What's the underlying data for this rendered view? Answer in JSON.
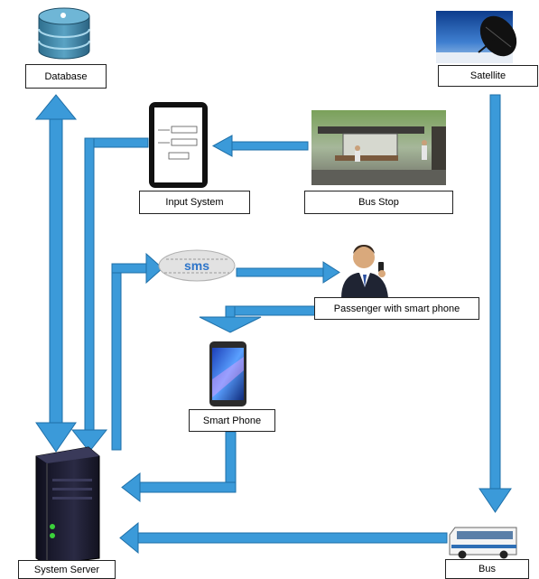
{
  "colors": {
    "arrow": "#3b9ad9",
    "arrow_outline": "#1e6fa8",
    "server": "#1b1b2e",
    "label_border": "#222222"
  },
  "nodes": {
    "database": {
      "label": "Database",
      "icon": "database-icon"
    },
    "satellite": {
      "label": "Satellite",
      "icon": "satellite-dish-icon"
    },
    "input_system": {
      "label": "Input System",
      "icon": "tablet-form-icon"
    },
    "bus_stop": {
      "label": "Bus Stop",
      "icon": "bus-stop-photo"
    },
    "sms": {
      "label": "SMS",
      "icon": "sms-cloud-icon"
    },
    "passenger": {
      "label": "Passenger with smart phone",
      "icon": "businessman-phone-icon"
    },
    "smart_phone": {
      "label": "Smart Phone",
      "icon": "smartphone-icon"
    },
    "system_server": {
      "label": "System Server",
      "icon": "server-tower-icon"
    },
    "bus": {
      "label": "Bus",
      "icon": "bus-icon"
    }
  },
  "edges": [
    {
      "from": "database",
      "to": "system_server",
      "bidirectional": true
    },
    {
      "from": "input_system",
      "to": "system_server"
    },
    {
      "from": "bus_stop",
      "to": "input_system"
    },
    {
      "from": "system_server",
      "to": "sms"
    },
    {
      "from": "sms",
      "to": "passenger"
    },
    {
      "from": "passenger",
      "to": "smart_phone"
    },
    {
      "from": "smart_phone",
      "to": "system_server"
    },
    {
      "from": "satellite",
      "to": "bus"
    },
    {
      "from": "bus",
      "to": "system_server"
    }
  ]
}
